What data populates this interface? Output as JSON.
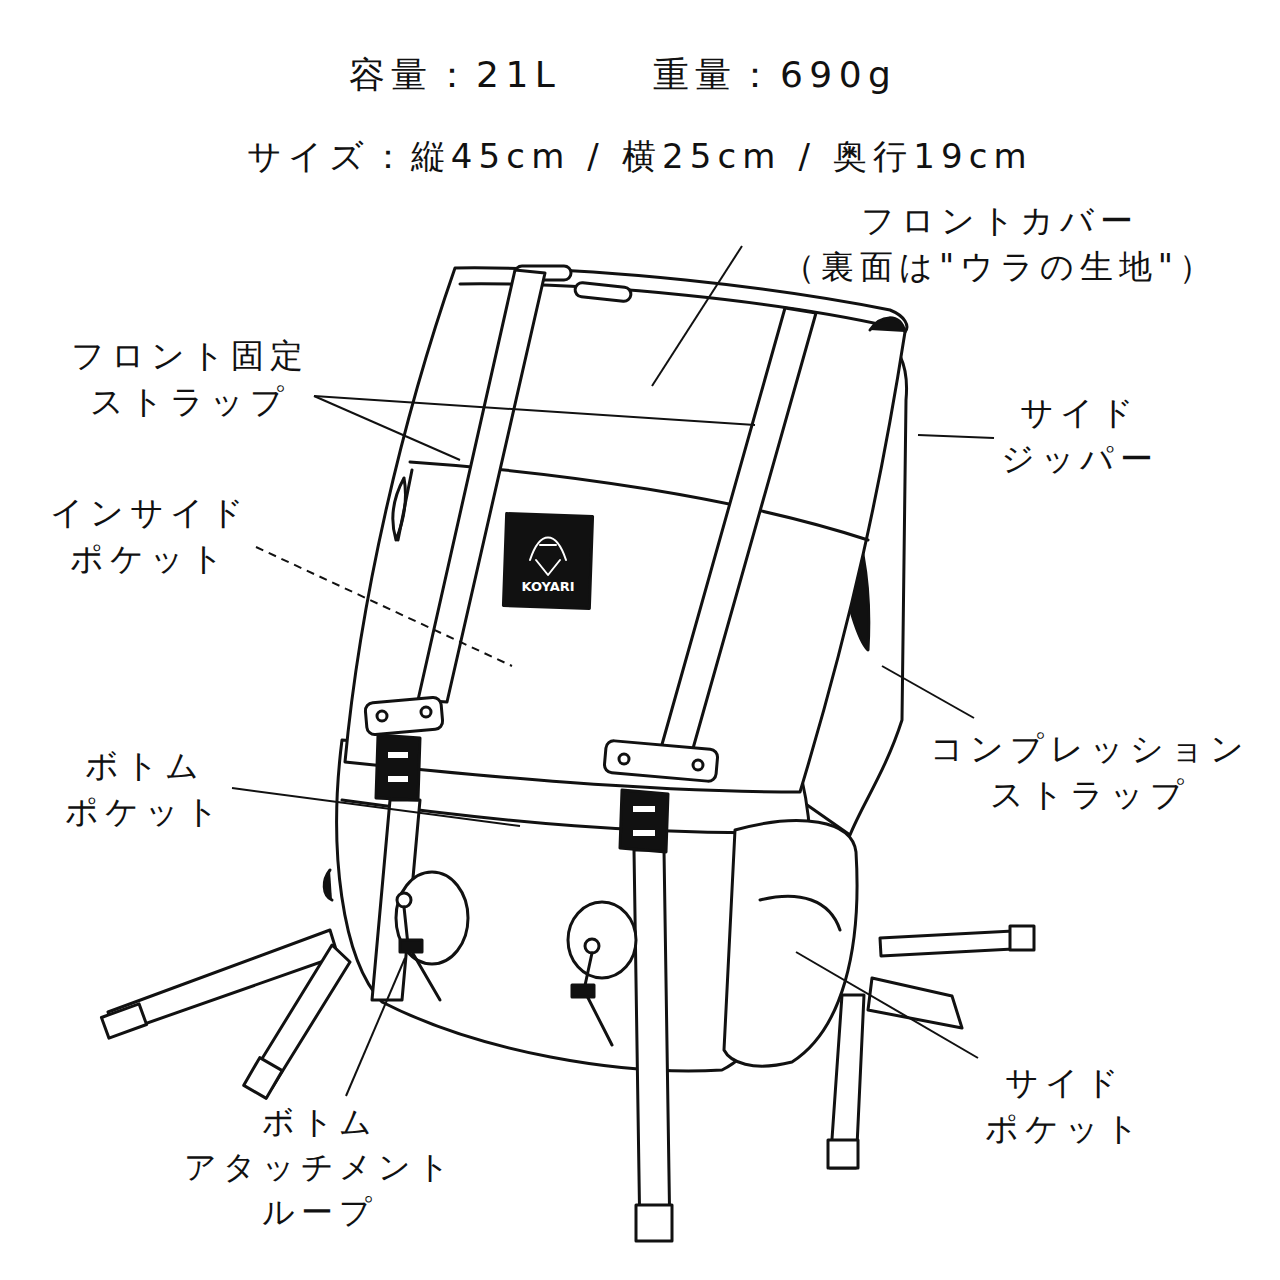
{
  "diagram": {
    "labels": [
      "容量：21L",
      "重量：690g",
      "サイズ：縦45cm / 横25cm / 奥行19cm",
      "フロントカバー （裏面は\"ウラの生地\"）",
      "フロント固定 ストラップ",
      "インサイド ポケット",
      "ボトム ポケット",
      "ボトム アタッチメント ループ",
      "サイド ジッパー",
      "コンプレッション ストラップ",
      "サイド ポケット",
      "KOYARI"
    ]
  }
}
